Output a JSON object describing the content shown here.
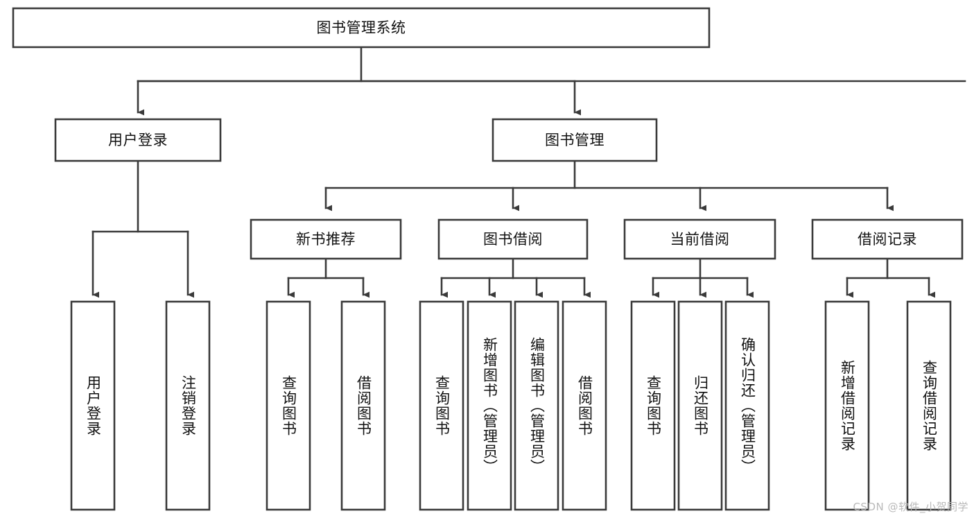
{
  "diagram": {
    "type": "tree",
    "title": "图书管理系统",
    "watermark": "CSDN @软件_小贺同学",
    "colors": {
      "stroke": "#3a3a3a",
      "fill": "#ffffff",
      "text": "#111111",
      "watermark": "#b9b9b9"
    },
    "levels": {
      "root": {
        "label": "图书管理系统"
      },
      "level2": [
        {
          "label": "用户登录"
        },
        {
          "label": "图书管理"
        }
      ],
      "level3": [
        {
          "label": "新书推荐"
        },
        {
          "label": "图书借阅"
        },
        {
          "label": "当前借阅"
        },
        {
          "label": "借阅记录"
        }
      ],
      "leaves": {
        "user_login": [
          {
            "label": "用户登录"
          },
          {
            "label": "注销登录"
          }
        ],
        "new_book": [
          {
            "label": "查询图书"
          },
          {
            "label": "借阅图书"
          }
        ],
        "book_borrow": [
          {
            "label": "查询图书"
          },
          {
            "label": "新增图书（管理员）"
          },
          {
            "label": "编辑图书（管理员）"
          },
          {
            "label": "借阅图书"
          }
        ],
        "current_borrow": [
          {
            "label": "查询图书"
          },
          {
            "label": "归还图书"
          },
          {
            "label": "确认归还（管理员）"
          }
        ],
        "borrow_record": [
          {
            "label": "新增借阅记录"
          },
          {
            "label": "查询借阅记录"
          }
        ]
      }
    }
  }
}
